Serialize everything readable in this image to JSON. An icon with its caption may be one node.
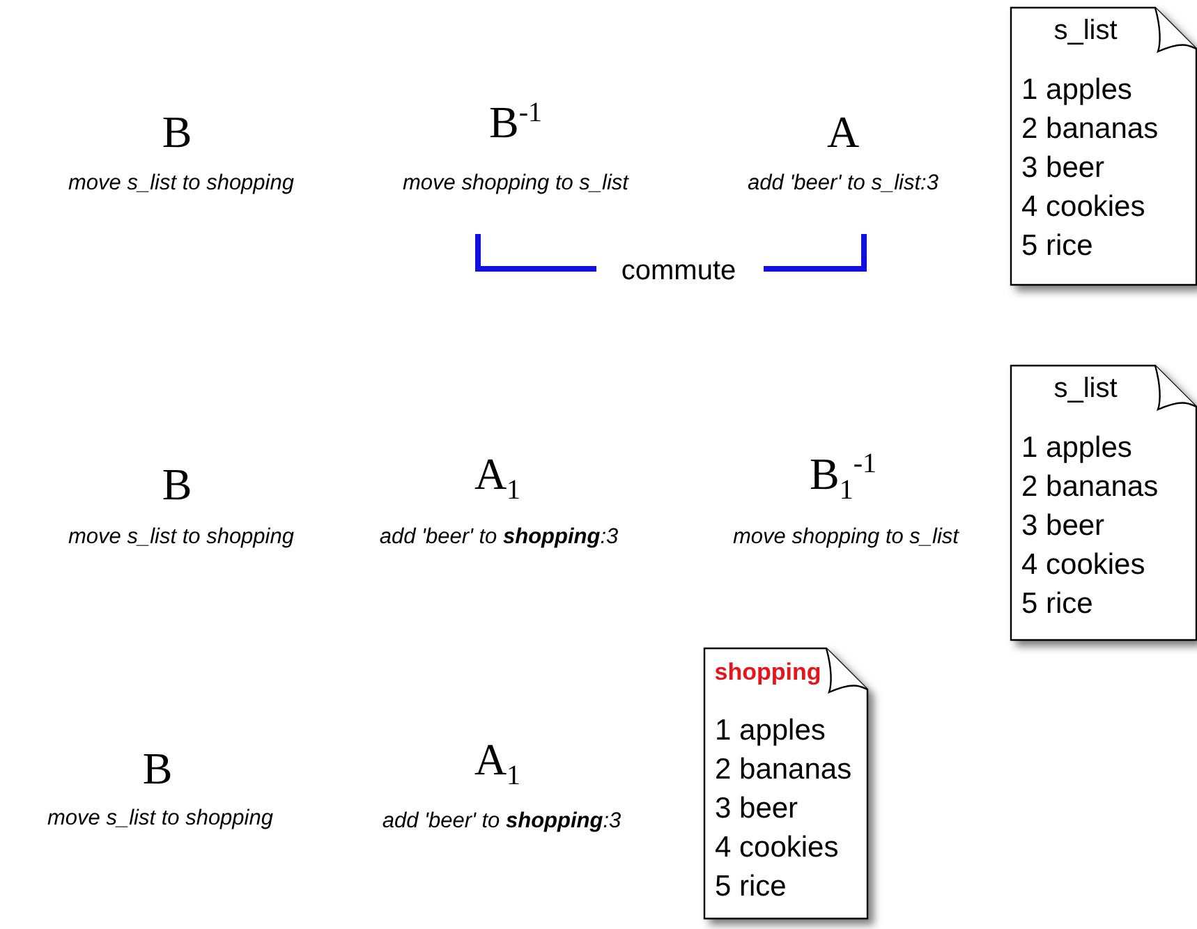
{
  "diagram": {
    "nodes": [
      {
        "text": [
          "s_list",
          "1 apples",
          "2 bananas",
          "3 beer",
          "4 cookies",
          "5 rice"
        ]
      },
      {
        "text": [
          "s_list",
          "1 apples",
          "2 bananas",
          "3 beer",
          "4 cookies",
          "5 rice"
        ]
      },
      {
        "text": [
          "shopping",
          "1 apples",
          "2 bananas",
          "3 beer",
          "4 cookies",
          "5 rice"
        ]
      }
    ],
    "labels": [
      "B",
      "move s_list to shopping",
      "B$^{-1}$",
      "move shopping to s_list",
      "A",
      "add 'beer' to s_list:3",
      "commute",
      "B",
      "move s_list to shopping",
      "A$_{1}$",
      "add 'beer' to **shopping**:3",
      "B$_{1}$$^{-1}$",
      "move shopping to s_list",
      "B",
      "move s_list to shopping",
      "A$_{1}$",
      "add 'beer' to **shopping**:3"
    ]
  }
}
